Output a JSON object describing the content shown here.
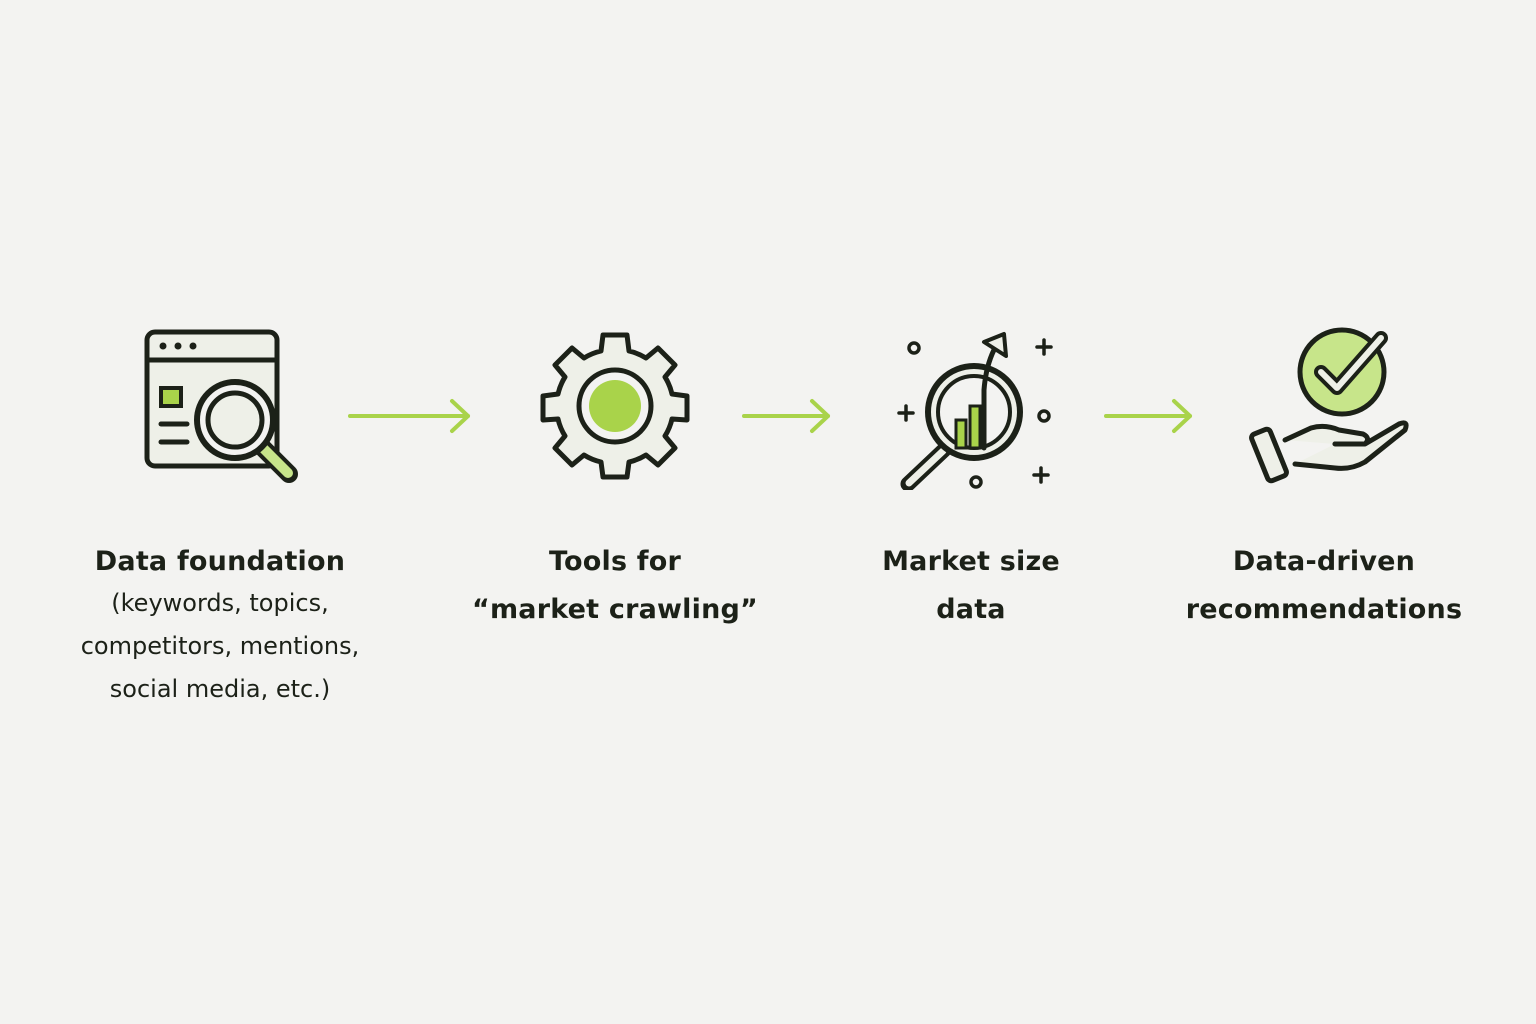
{
  "colors": {
    "background": "#f3f3f1",
    "ink": "#1c2118",
    "accent": "#a9d34a",
    "accent_light": "#c7e58a",
    "icon_fill": "#eef0e8"
  },
  "steps": [
    {
      "icon": "browser-search-icon",
      "title": "Data foundation",
      "detail": "(keywords, topics,\ncompetitors, mentions,\nsocial media, etc.)"
    },
    {
      "icon": "gear-icon",
      "title": "Tools for\n“market crawling”",
      "detail": ""
    },
    {
      "icon": "growth-chart-magnifier-icon",
      "title": "Market size\ndata",
      "detail": ""
    },
    {
      "icon": "hand-checkmark-icon",
      "title": "Data-driven\nrecommendations",
      "detail": ""
    }
  ],
  "connectors": [
    {
      "icon": "arrow-right-icon"
    },
    {
      "icon": "arrow-right-icon"
    },
    {
      "icon": "arrow-right-icon"
    }
  ]
}
